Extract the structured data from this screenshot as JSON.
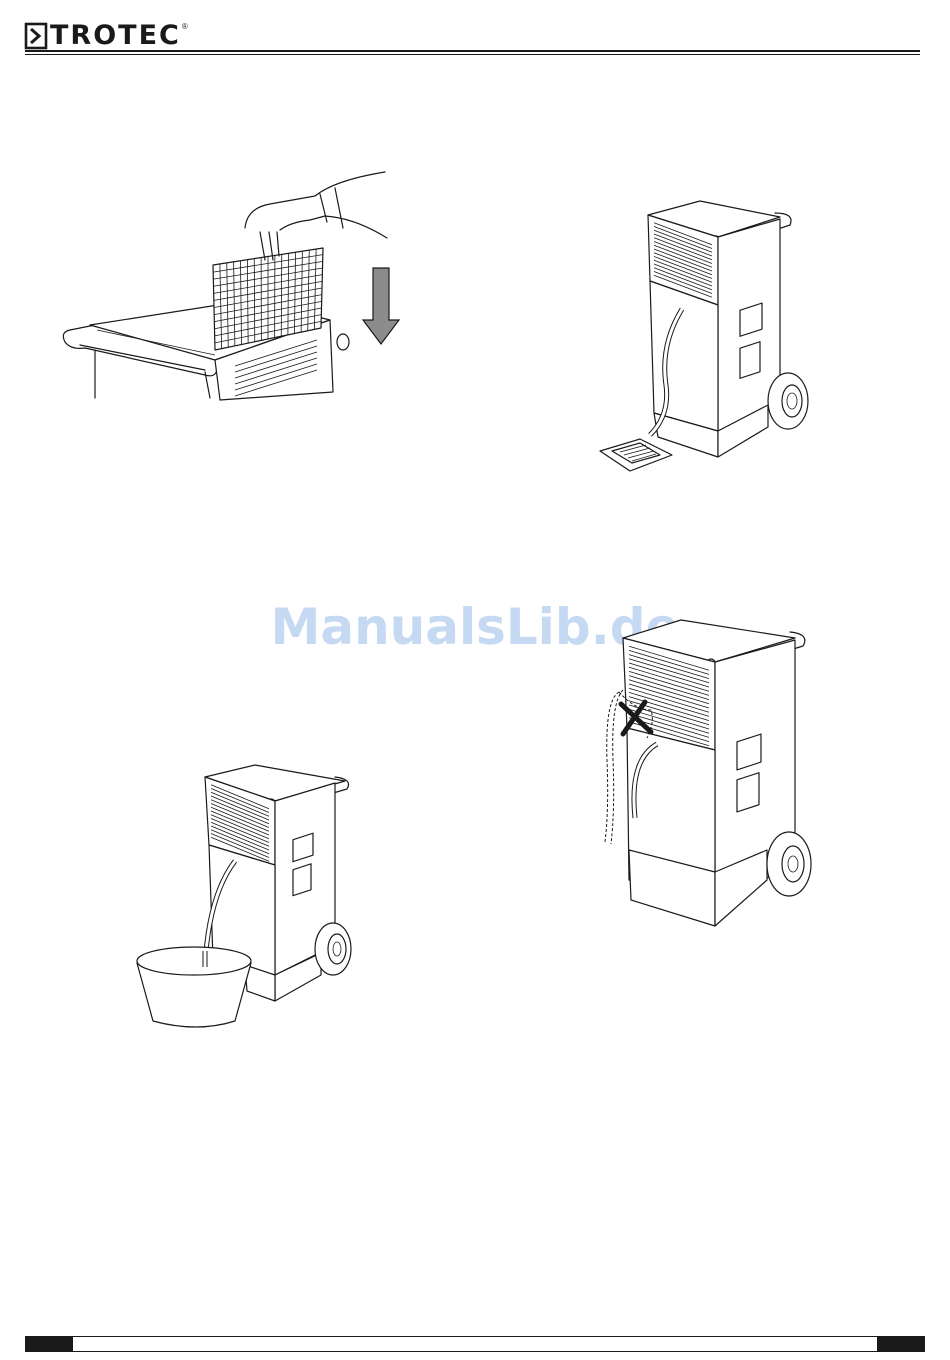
{
  "header": {
    "brand": "TROTEC",
    "registered": "®"
  },
  "watermark": {
    "text": "ManualsLib.de"
  },
  "colors": {
    "ink": "#1a1a1a",
    "arrow_fill": "#8c8c8c",
    "watermark": "#bcd3f0"
  },
  "illustrations": [
    {
      "name": "filter-insertion",
      "icon": "down-arrow-icon"
    },
    {
      "name": "drain-hose-floor-drain"
    },
    {
      "name": "drain-hose-bucket"
    },
    {
      "name": "drain-hose-wrong-routing",
      "icon": "cross-mark-icon"
    }
  ]
}
